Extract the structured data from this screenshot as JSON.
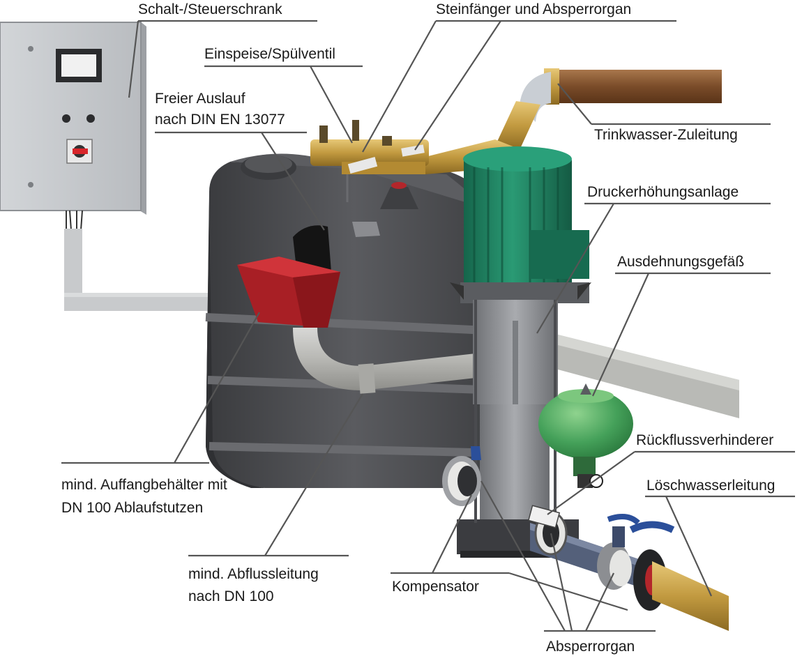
{
  "labels": {
    "control_cabinet": "Schalt-/Steuerschrank",
    "strainer_shutoff": "Steinfänger und Absperrorgan",
    "feed_flush_valve": "Einspeise/Spülventil",
    "free_outlet_line1": "Freier Auslauf",
    "free_outlet_line2": "nach DIN EN 13077",
    "drinking_water_supply": "Trinkwasser-Zuleitung",
    "booster_unit": "Druckerhöhungsanlage",
    "expansion_vessel": "Ausdehnungsgefäß",
    "check_valve": "Rückflussverhinderer",
    "fire_water_line": "Löschwasserleitung",
    "catch_basin_line1": "mind. Auffangbehälter mit",
    "catch_basin_line2": "DN 100 Ablaufstutzen",
    "drain_line_line1": "mind. Abflussleitung",
    "drain_line_line2": "nach DN 100",
    "compensator": "Kompensator",
    "shutoff_bottom": "Absperrorgan"
  },
  "colors": {
    "tank": "#4d4e52",
    "tank_dark": "#36373a",
    "cabinet": "#c9ccd0",
    "motor": "#1f7a5c",
    "pump_body": "#8a8c90",
    "brass": "#c9a24a",
    "copper_pipe": "#8a5a32",
    "red_funnel": "#b3262b",
    "expansion_vessel": "#4aa35a",
    "leader_line": "#555555"
  }
}
